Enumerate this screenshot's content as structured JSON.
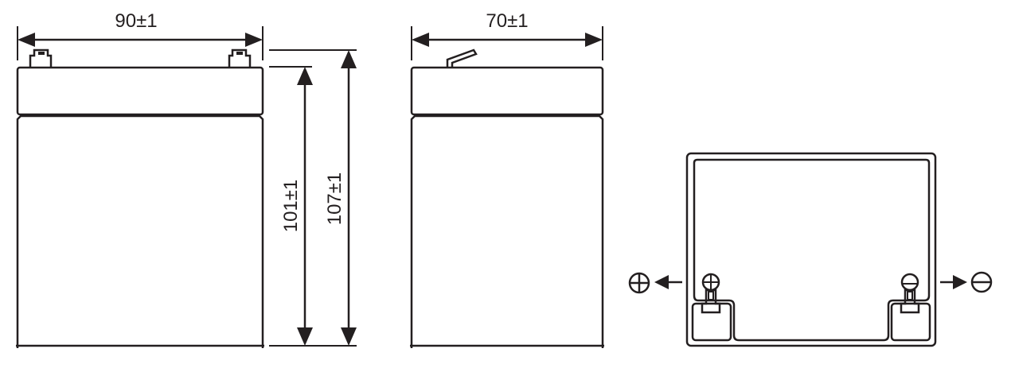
{
  "diagram": {
    "title": "Battery dimension drawing",
    "front_view": {
      "width_label": "90±1",
      "container_height_label": "101±1",
      "total_height_label": "107±1"
    },
    "side_view": {
      "depth_label": "70±1"
    },
    "top_view": {
      "positive_symbol": "⊕",
      "negative_symbol": "⊖"
    },
    "line_color": "#231f20"
  }
}
